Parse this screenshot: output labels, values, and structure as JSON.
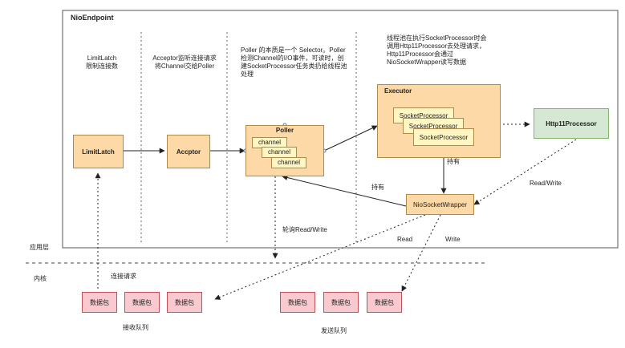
{
  "container": {
    "title": "NioEndpoint"
  },
  "notes": {
    "limitlatch": [
      "LimitLatch",
      "限制连接数"
    ],
    "acceptor": [
      "Acceptor监听连接请求",
      "将Channel交给Poller"
    ],
    "poller": [
      "Poller 的本质是一个 Selector。Poller",
      "检测Channel的I/O事件，可读时，创",
      "建SocketProcessor任务类扔给线程池",
      "处理"
    ],
    "threadpool": [
      "线程池在执行SocketProcessor时会",
      "调用Http11Processor去处理请求，",
      "Http11Processor会通过",
      "NioSocketWrapper读写数据"
    ]
  },
  "nodes": {
    "limitlatch": "LimitLatch",
    "acceptor": "Accptor",
    "poller": {
      "title": "Poller",
      "channels": [
        "channel",
        "channel",
        "channel"
      ]
    },
    "executor": {
      "title": "Executor",
      "processors": [
        "SocketProcessor",
        "SocketProcessor",
        "SocketProcessor"
      ]
    },
    "http11": "Http11Processor",
    "wrapper": "NioSocketWrapper"
  },
  "edge_labels": {
    "holds1": "持有",
    "holds2": "持有",
    "poll_rw": "轮询Read/Write",
    "read_write": "Read/Write",
    "read": "Read",
    "write": "Write",
    "conn_req": "连接请求"
  },
  "layers": {
    "app": "应用层",
    "kernel": "内核"
  },
  "queues": {
    "recv": {
      "label": "接收队列",
      "packets": [
        "数据包",
        "数据包",
        "数据包"
      ]
    },
    "send": {
      "label": "发送队列",
      "packets": [
        "数据包",
        "数据包",
        "数据包"
      ]
    }
  }
}
